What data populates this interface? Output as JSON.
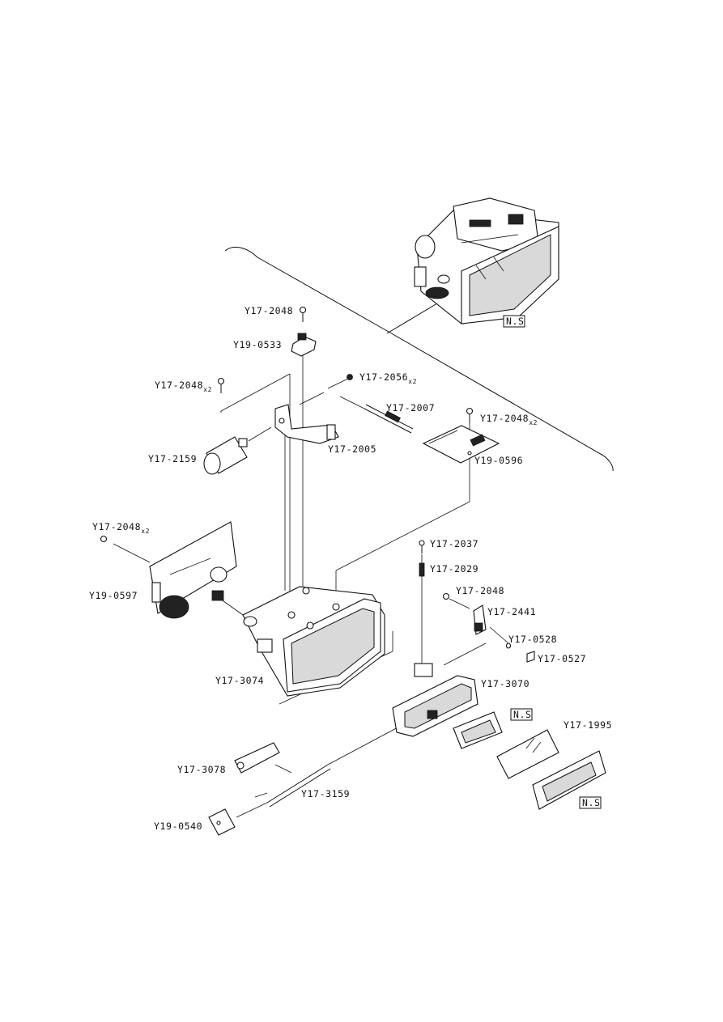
{
  "diagram": {
    "ns_label": "N.S",
    "labels": {
      "y17_2048_top": "Y17-2048",
      "y19_0533": "Y19-0533",
      "y17_2048_left": "Y17-2048",
      "y17_2048_left_qty": "x2",
      "y17_2056": "Y17-2056",
      "y17_2056_qty": "x2",
      "y17_2007": "Y17-2007",
      "y17_2048_right": "Y17-2048",
      "y17_2048_right_qty": "x2",
      "y17_2159": "Y17-2159",
      "y17_2005": "Y17-2005",
      "y19_0596": "Y19-0596",
      "y17_2048_pcb": "Y17-2048",
      "y17_2048_pcb_qty": "x2",
      "y17_2037": "Y17-2037",
      "y17_2029": "Y17-2029",
      "y19_0597": "Y19-0597",
      "y17_2048_mid": "Y17-2048",
      "y17_2441": "Y17-2441",
      "y17_0528": "Y17-0528",
      "y17_0527": "Y17-0527",
      "y17_3074": "Y17-3074",
      "y17_3070": "Y17-3070",
      "y17_1995": "Y17-1995",
      "y17_3078": "Y17-3078",
      "y17_3159": "Y17-3159",
      "y19_0540": "Y19-0540"
    }
  }
}
